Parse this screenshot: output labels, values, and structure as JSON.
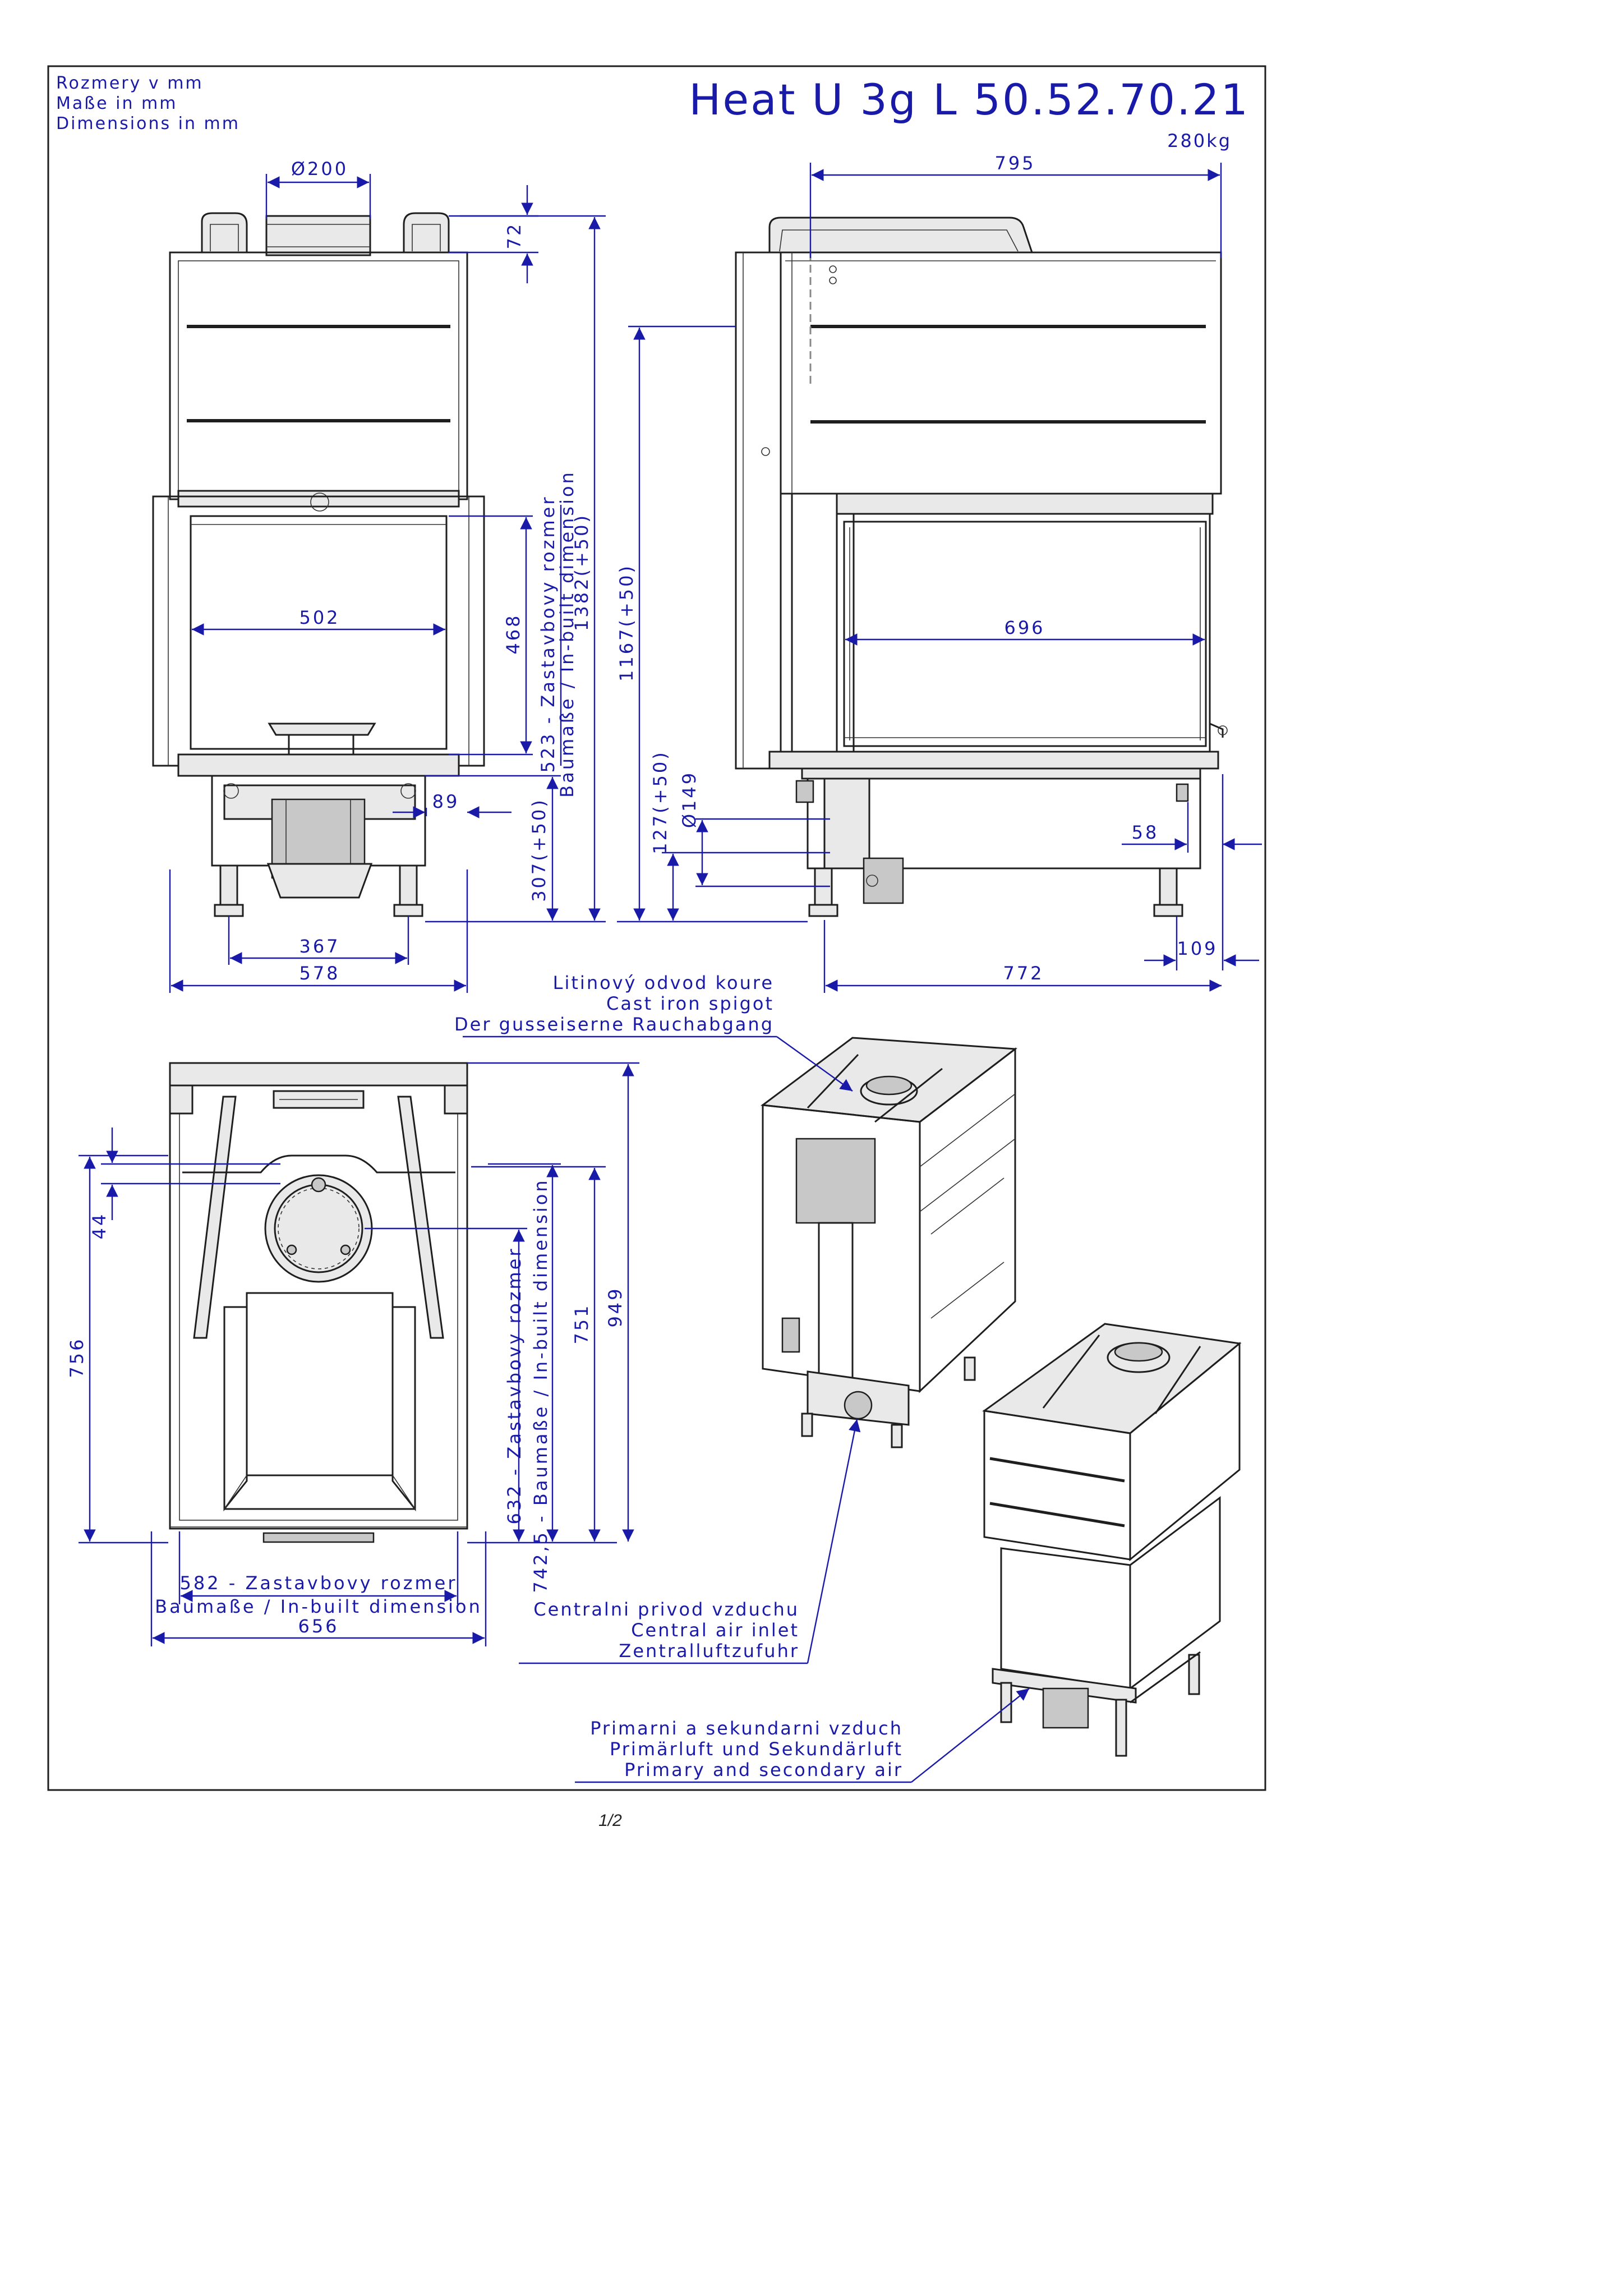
{
  "header": {
    "units": [
      "Rozmery v mm",
      "Maße in mm",
      "Dimensions in mm"
    ],
    "model": "Heat U 3g L 50.52.70.21",
    "weight": "280kg"
  },
  "front_view": {
    "flue_diameter": "Ø200",
    "top_spigot_height": "72",
    "glass_height": "468",
    "built_in_height": "523 - Zastavbovy rozmer",
    "built_in_label": "Baumaße / In-built dimension",
    "total_height": "1382(+50)",
    "glass_width": "502",
    "base_offset": "89",
    "base_height": "307(+50)",
    "feet_spacing": "367",
    "body_width": "578"
  },
  "side_view": {
    "depth_top": "795",
    "side_glass_width": "696",
    "height_to_air_inlet": "1167(+50)",
    "air_inlet_height": "127(+50)",
    "air_inlet_diameter": "Ø149",
    "side_offset": "58",
    "rear_offset": "109",
    "base_depth": "772"
  },
  "top_view": {
    "rear_offset": "44",
    "depth": "756",
    "built_in_depth": "632 - Zastavbovy rozmer",
    "built_in_depth_label": "742,5 - Baumaße / In-built dimension",
    "inner_depth": "751",
    "outer_depth": "949",
    "built_in_width": "582 - Zastavbovy rozmer",
    "built_in_width_label": "Baumaße / In-built dimension",
    "outer_width": "656"
  },
  "callouts": {
    "spigot": [
      "Litinový odvod koure",
      "Cast iron spigot",
      "Der gusseiserne Rauchabgang"
    ],
    "central_air": [
      "Centralni privod vzduchu",
      "Central air inlet",
      "Zentralluftzufuhr"
    ],
    "primary_air": [
      "Primarni a sekundarni vzduch",
      "Primärluft und Sekundärluft",
      "Primary and secondary air"
    ]
  },
  "page_number": "1/2",
  "colors": {
    "annotation": "#1a1aa8",
    "linework": "#1e1e1e"
  }
}
